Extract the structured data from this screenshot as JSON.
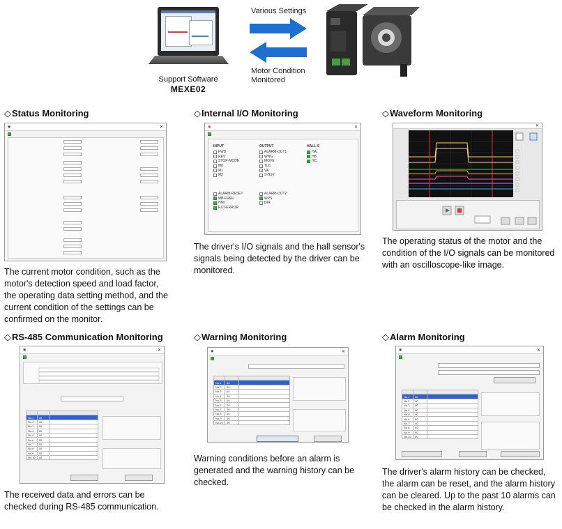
{
  "hero": {
    "software_label": "Support Software",
    "software_model": "MEXE02",
    "arrow_top_label": "Various Settings",
    "arrow_bottom_label_1": "Motor Condition",
    "arrow_bottom_label_2": "Monitored",
    "arrow_color": "#1e6fd0"
  },
  "sections": {
    "status": {
      "title": "Status Monitoring",
      "desc": "The current motor condition, such as the motor's detection speed and load factor, the operating data setting method, and the current condition of the settings can be confirmed on the monitor."
    },
    "io": {
      "title": "Internal I/O Monitoring",
      "desc": "The driver's I/O signals and the hall sensor's signals being detected by the driver can be monitored.",
      "columns": [
        {
          "head": "INPUT",
          "signals": [
            {
              "label": "FWD",
              "on": false
            },
            {
              "label": "REV",
              "on": false
            },
            {
              "label": "STOP-MODE",
              "on": false
            },
            {
              "label": "M0",
              "on": false
            },
            {
              "label": "M1",
              "on": false
            },
            {
              "label": "M2",
              "on": false
            }
          ]
        },
        {
          "head": "OUTPUT",
          "signals": [
            {
              "label": "ALARM-OUT1",
              "on": false
            },
            {
              "label": "WNG",
              "on": false
            },
            {
              "label": "MOVE",
              "on": false
            },
            {
              "label": "TLC",
              "on": false
            },
            {
              "label": "VA",
              "on": false
            },
            {
              "label": "S-BSY",
              "on": false
            }
          ]
        },
        {
          "head": "HALL-S",
          "signals": [
            {
              "label": "HA",
              "on": true
            },
            {
              "label": "HB",
              "on": true
            },
            {
              "label": "HC",
              "on": true
            }
          ]
        }
      ],
      "lower_left": [
        {
          "label": "ALARM-RESET",
          "on": false
        },
        {
          "label": "MB-FREE",
          "on": true
        },
        {
          "label": "HMI",
          "on": true
        },
        {
          "label": "EXT-ERROR",
          "on": true
        }
      ],
      "lower_mid": [
        {
          "label": "ALARM-OUT2",
          "on": false
        },
        {
          "label": "WPS",
          "on": true
        },
        {
          "label": "DIR",
          "on": false
        }
      ]
    },
    "waveform": {
      "title": "Waveform Monitoring",
      "desc": "The operating status of the motor and the condition of the I/O signals can be monitored with an oscilloscope-like image."
    },
    "rs485": {
      "title": "RS-485 Communication Monitoring",
      "desc": "The received data and errors can be checked during RS-485 communication.",
      "rows": [
        "No.1",
        "No.2",
        "No.3",
        "No.4",
        "No.5",
        "No.6",
        "No.7",
        "No.8",
        "No.9",
        "No.10"
      ],
      "codes": [
        "00",
        "00",
        "00",
        "00",
        "00",
        "00",
        "00",
        "00",
        "00",
        "00"
      ]
    },
    "warning": {
      "title": "Warning Monitoring",
      "desc": "Warning conditions before an alarm is generated and the warning history can be checked.",
      "rows": [
        "No.1",
        "No.2",
        "No.3",
        "No.4",
        "No.5",
        "No.6",
        "No.7",
        "No.8",
        "No.9",
        "No.10"
      ],
      "codes": [
        "00",
        "00",
        "00",
        "00",
        "00",
        "00",
        "00",
        "00",
        "00",
        "00"
      ]
    },
    "alarm": {
      "title": "Alarm Monitoring",
      "desc": "The driver's alarm history can be checked, the alarm can be reset, and the alarm history can be cleared. Up to the past 10 alarms can be checked in the alarm history.",
      "rows": [
        "No.1",
        "No.2",
        "No.3",
        "No.4",
        "No.5",
        "No.6",
        "No.7",
        "No.8",
        "No.9",
        "No.10"
      ],
      "codes": [
        "42",
        "00",
        "00",
        "00",
        "00",
        "00",
        "00",
        "00",
        "00",
        "00"
      ]
    }
  }
}
